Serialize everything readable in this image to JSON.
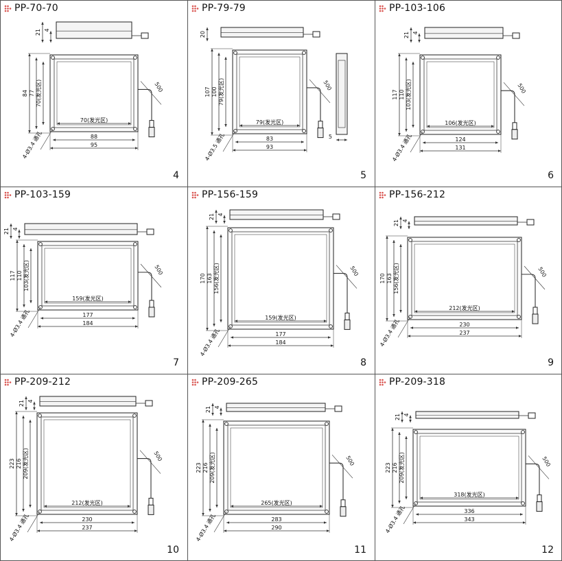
{
  "brand_color": "#d9534f",
  "icon": "logo-dots-icon",
  "panels": [
    {
      "title": "PP-70-70",
      "number": "4",
      "side": {
        "total": "21",
        "inner": "4"
      },
      "front": {
        "h_outer": "84",
        "h_mid": "77",
        "h_glow": "70(发光区)",
        "w_glow": "70(发光区)",
        "w_mid": "88",
        "w_outer": "95"
      },
      "hole": "4-Ø3.4 通孔",
      "cable": "500"
    },
    {
      "title": "PP-79-79",
      "number": "5",
      "side": {
        "total": "20"
      },
      "front": {
        "h_outer": "107",
        "h_mid": "100",
        "h_glow": "79(发光区)",
        "w_glow": "79(发光区)",
        "w_mid": "83",
        "w_outer": "93"
      },
      "hole": "4-Ø3.5 通孔",
      "cable": "500",
      "thickness": "5"
    },
    {
      "title": "PP-103-106",
      "number": "6",
      "side": {
        "total": "21",
        "inner": "4"
      },
      "front": {
        "h_outer": "117",
        "h_mid": "110",
        "h_glow": "103(发光区)",
        "w_glow": "106(发光区)",
        "w_mid": "124",
        "w_outer": "131"
      },
      "hole": "4-Ø3.4 通孔",
      "cable": "500"
    },
    {
      "title": "PP-103-159",
      "number": "7",
      "side": {
        "total": "21",
        "inner": "4"
      },
      "front": {
        "h_outer": "117",
        "h_mid": "110",
        "h_glow": "103(发光区)",
        "w_glow": "159(发光区)",
        "w_mid": "177",
        "w_outer": "184"
      },
      "hole": "4-Ø3.4 通孔",
      "cable": "500"
    },
    {
      "title": "PP-156-159",
      "number": "8",
      "side": {
        "total": "21",
        "inner": "4"
      },
      "front": {
        "h_outer": "170",
        "h_mid": "163",
        "h_glow": "156(发光区)",
        "w_glow": "159(发光区)",
        "w_mid": "177",
        "w_outer": "184"
      },
      "hole": "4-Ø3.4 通孔",
      "cable": "500"
    },
    {
      "title": "PP-156-212",
      "number": "9",
      "side": {
        "total": "21",
        "inner": "4"
      },
      "front": {
        "h_outer": "170",
        "h_mid": "163",
        "h_glow": "156(发光区)",
        "w_glow": "212(发光区)",
        "w_mid": "230",
        "w_outer": "237"
      },
      "hole": "4-Ø3.4 通孔",
      "cable": "500"
    },
    {
      "title": "PP-209-212",
      "number": "10",
      "side": {
        "total": "21",
        "inner": "4"
      },
      "front": {
        "h_outer": "223",
        "h_mid": "216",
        "h_glow": "209(发光区)",
        "w_glow": "212(发光区)",
        "w_mid": "230",
        "w_outer": "237"
      },
      "hole": "4-Ø3.4 通孔",
      "cable": "500"
    },
    {
      "title": "PP-209-265",
      "number": "11",
      "side": {
        "total": "21",
        "inner": "4"
      },
      "front": {
        "h_outer": "223",
        "h_mid": "216",
        "h_glow": "209(发光区)",
        "w_glow": "265(发光区)",
        "w_mid": "283",
        "w_outer": "290"
      },
      "hole": "4-Ø3.4 通孔",
      "cable": "500"
    },
    {
      "title": "PP-209-318",
      "number": "12",
      "side": {
        "total": "21",
        "inner": "4"
      },
      "front": {
        "h_outer": "223",
        "h_mid": "216",
        "h_glow": "209(发光区)",
        "w_glow": "318(发光区)",
        "w_mid": "336",
        "w_outer": "343"
      },
      "hole": "4-Ø3.4 通孔",
      "cable": "500"
    }
  ]
}
